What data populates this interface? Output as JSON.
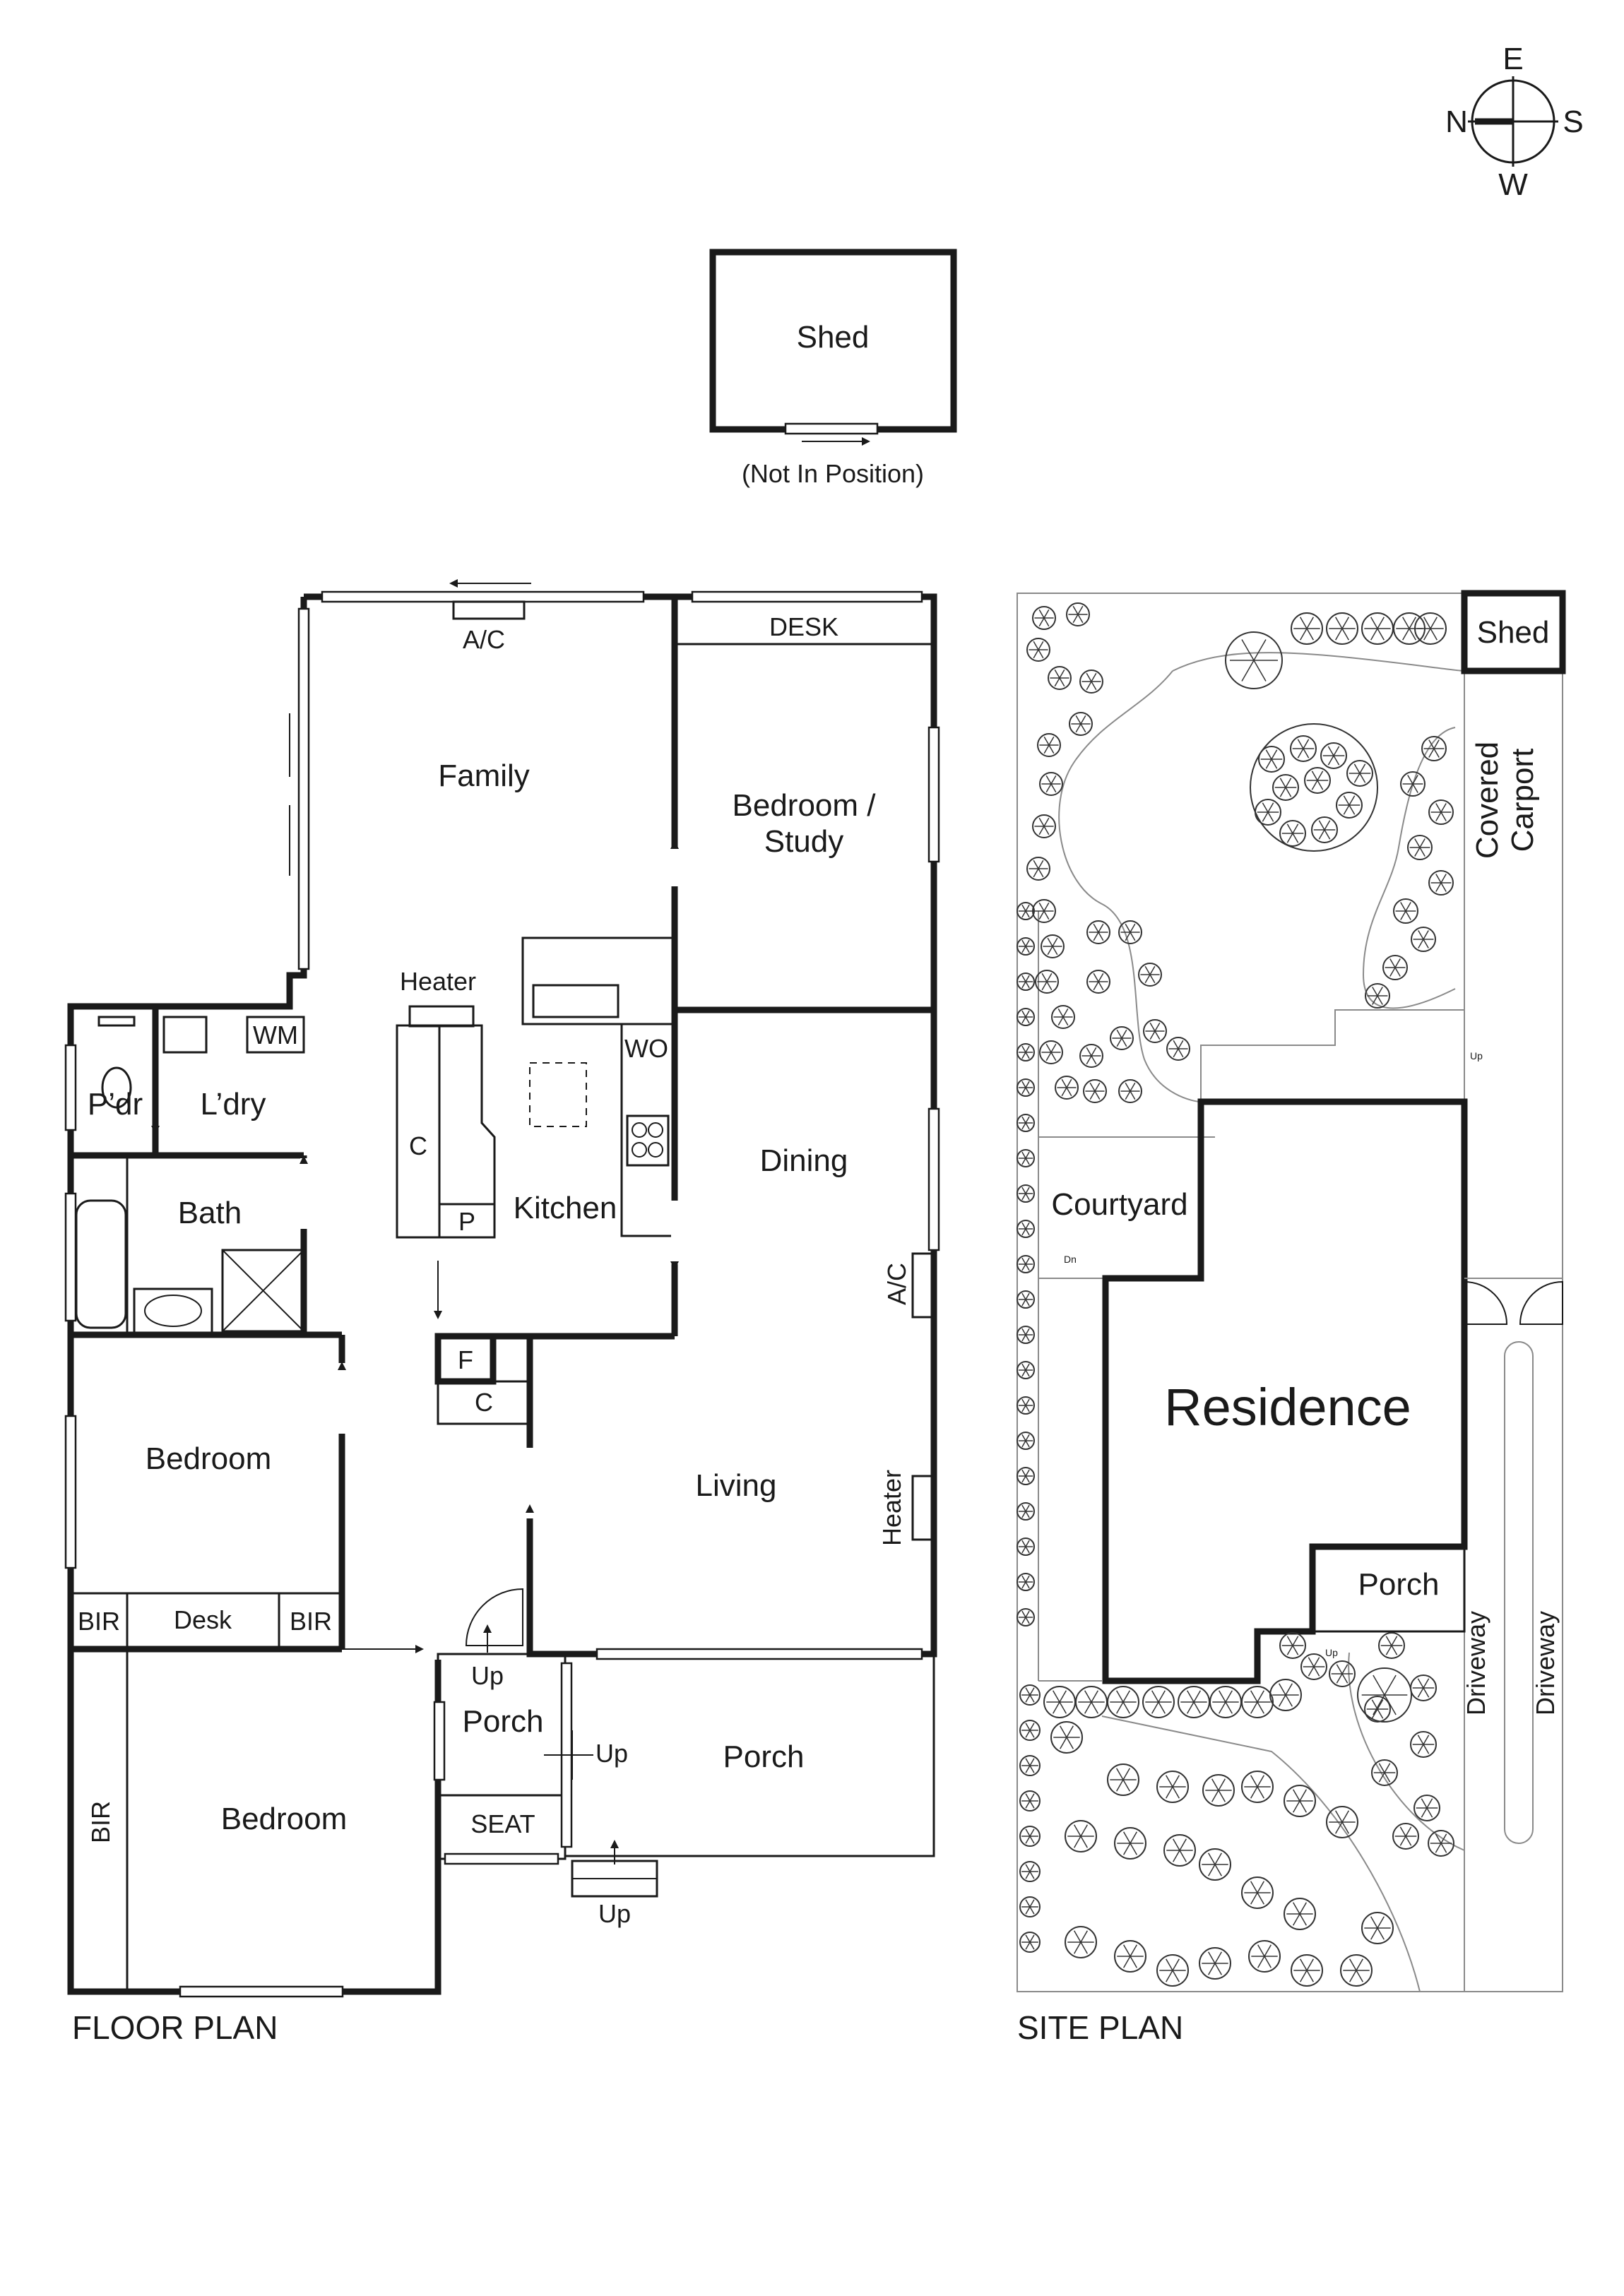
{
  "compass": {
    "north": "N",
    "south": "S",
    "east": "E",
    "west": "W"
  },
  "shed": {
    "label": "Shed",
    "note": "(Not In Position)"
  },
  "floor_plan": {
    "caption": "FLOOR PLAN",
    "rooms": {
      "family": "Family",
      "bedroom_study_l1": "Bedroom /",
      "bedroom_study_l2": "Study",
      "desk_upper": "DESK",
      "ac_family": "A/C",
      "heater_kitchen": "Heater",
      "wm": "WM",
      "wo": "WO",
      "powder": "P’dr",
      "laundry": "L’dry",
      "kitchen": "Kitchen",
      "cupboard_kitchen": "C",
      "pantry": "P",
      "bath": "Bath",
      "dining": "Dining",
      "ac_dining": "A/C",
      "fridge": "F",
      "cupboard_hall": "C",
      "bedroom_1": "Bedroom",
      "living": "Living",
      "heater_living": "Heater",
      "bir_left": "BIR",
      "desk_lower": "Desk",
      "bir_right": "BIR",
      "up_entry": "Up",
      "porch_small": "Porch",
      "up_porch": "Up",
      "porch_large": "Porch",
      "bir_side": "BIR",
      "bedroom_2": "Bedroom",
      "seat": "SEAT",
      "up_steps": "Up"
    }
  },
  "site_plan": {
    "caption": "SITE PLAN",
    "labels": {
      "shed": "Shed",
      "carport_l1": "Covered",
      "carport_l2": "Carport",
      "courtyard": "Courtyard",
      "residence": "Residence",
      "porch": "Porch",
      "driveway_a": "Driveway",
      "driveway_b": "Driveway",
      "up_a": "Up",
      "up_b": "Up",
      "dn": "Dn"
    }
  }
}
